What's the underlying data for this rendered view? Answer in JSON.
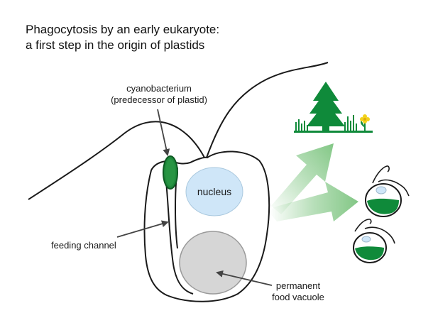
{
  "title": {
    "line1": "Phagocytosis by an early eukaryote:",
    "line2": "a first step in the origin of plastids"
  },
  "labels": {
    "cyanobacterium_line1": "cyanobacterium",
    "cyanobacterium_line2": "(predecessor of plastid)",
    "nucleus": "nucleus",
    "feeding_channel": "feeding channel",
    "vacuole_line1": "permanent",
    "vacuole_line2": "food vacuole"
  },
  "colors": {
    "plant_green": "#0f8a3a",
    "cyano_green": "#1f8a3c",
    "arrow_green": "#7cc47f",
    "nucleus_blue": "#cfe6f8",
    "vacuole_gray": "#d6d6d6",
    "flower_yellow": "#f2d21b",
    "outline": "#1a1a1a"
  },
  "icons": [
    "tree-icon",
    "grass-icon",
    "flower-icon",
    "algal-cell-icon"
  ]
}
